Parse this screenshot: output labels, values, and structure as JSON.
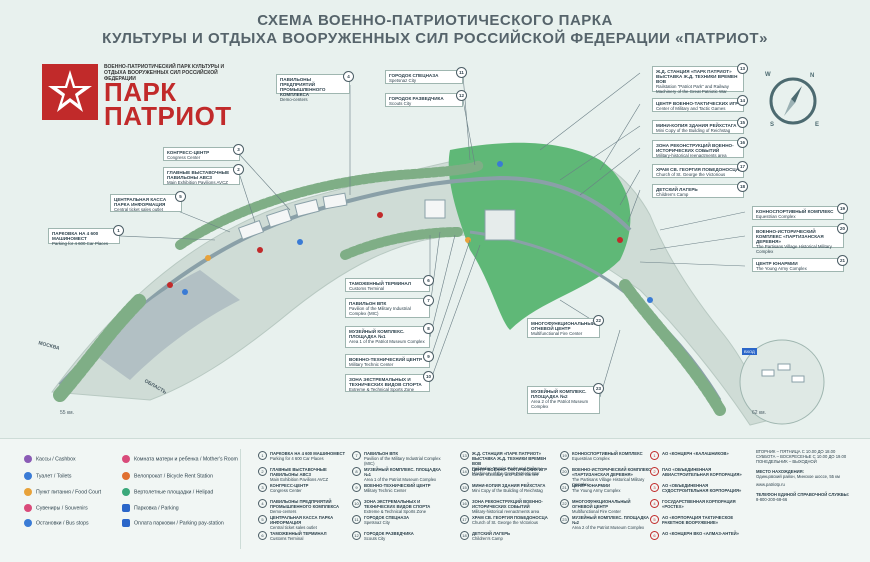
{
  "title": {
    "line1": "СХЕМА ВОЕННО-ПАТРИОТИЧЕСКОГО ПАРКА",
    "line2": "КУЛЬТУРЫ И ОТДЫХА ВООРУЖЕННЫХ СИЛ РОССИЙСКОЙ ФЕДЕРАЦИИ «ПАТРИОТ»"
  },
  "logo": {
    "small_text": "ВОЕННО-ПАТРИОТИЧЕСКИЙ ПАРК КУЛЬТУРЫ И ОТДЫХА ВООРУЖЕННЫХ СИЛ РОССИЙСКОЙ ФЕДЕРАЦИИ",
    "name_line1": "ПАРК",
    "name_line2": "ПАТРИОТ"
  },
  "compass": {
    "n": "N",
    "s": "S",
    "w": "W",
    "e": "E"
  },
  "map_labels": {
    "moscow": "МОСКВА",
    "oblast": "ОБЛАСТЬ",
    "km55": "55 км.",
    "km62": "62 км.",
    "vkhod": "ВХОД"
  },
  "callouts": [
    {
      "n": "1",
      "title": "ПАРКОВКА НА 4 600 МАШИНОМЕСТ",
      "sub": "Parking for 4 600 Car Places"
    },
    {
      "n": "2",
      "title": "ГЛАВНЫЕ ВЫСТАВОЧНЫЕ ПАВИЛЬОНЫ АВСЗ",
      "sub": "Main Exhibition Pavilions AVCZ"
    },
    {
      "n": "3",
      "title": "КОНГРЕСС-ЦЕНТР",
      "sub": "Congress Center"
    },
    {
      "n": "4",
      "title": "ПАВИЛЬОНЫ ПРЕДПРИЯТИЙ ПРОМЫШЛЕННОГО КОМПЛЕКСА",
      "sub": "Demo-centers"
    },
    {
      "n": "5",
      "title": "ЦЕНТРАЛЬНАЯ КАССА ПАРКА ИНФОРМАЦИЯ",
      "sub": "Central ticket sales outlet"
    },
    {
      "n": "6",
      "title": "ТАМОЖЕННЫЙ ТЕРМИНАЛ",
      "sub": "Customs Terminal"
    },
    {
      "n": "7",
      "title": "ПАВИЛЬОН ВПК",
      "sub": "Pavilion of the Military Industrial Complex (MIC)"
    },
    {
      "n": "8",
      "title": "МУЗЕЙНЫЙ КОМПЛЕКС. ПЛОЩАДКА №1",
      "sub": "Area 1 of the Patriot Museum Complex"
    },
    {
      "n": "9",
      "title": "ВОЕННО-ТЕХНИЧЕСКИЙ ЦЕНТР",
      "sub": "Military Technic Center"
    },
    {
      "n": "10",
      "title": "ЗОНА ЭКСТРЕМАЛЬНЫХ И ТЕХНИЧЕСКИХ ВИДОВ СПОРТА",
      "sub": "Extreme & Technical Sports Zone"
    },
    {
      "n": "11",
      "title": "ГОРОДОК СПЕЦНАЗА",
      "sub": "Spetsnaz City"
    },
    {
      "n": "12",
      "title": "ГОРОДОК РАЗВЕДЧИКА",
      "sub": "Scouts City"
    },
    {
      "n": "13",
      "title": "Ж.Д. СТАНЦИЯ «ПАРК ПАТРИОТ» ВЫСТАВКА Ж.Д. ТЕХНИКИ ВРЕМЕН ВОВ",
      "sub": "Railstation \"Patriot Park\" and Railway Machinery of the Great Patriotic War"
    },
    {
      "n": "14",
      "title": "ЦЕНТР ВОЕННО-ТАКТИЧЕСКИХ ИГР",
      "sub": "Center of Military and Tactic Games"
    },
    {
      "n": "15",
      "title": "МИНИ-КОПИЯ ЗДАНИЯ РЕЙХСТАГА",
      "sub": "Mini Copy of the Building of Reichstag"
    },
    {
      "n": "16",
      "title": "ЗОНА РЕКОНСТРУКЦИЙ ВОЕННО-ИСТОРИЧЕСКИХ СОБЫТИЙ",
      "sub": "Military-historical reenactments area"
    },
    {
      "n": "17",
      "title": "ХРАМ СВ. ГЕОРГИЯ ПОБЕДОНОСЦА",
      "sub": "Church of St. George the Victorious"
    },
    {
      "n": "18",
      "title": "ДЕТСКИЙ ЛАГЕРЬ",
      "sub": "Children's Camp"
    },
    {
      "n": "19",
      "title": "КОННОСПОРТИВНЫЙ КОМПЛЕКС",
      "sub": "Equestrian Complex"
    },
    {
      "n": "20",
      "title": "ВОЕННО-ИСТОРИЧЕСКИЙ КОМПЛЕКС «ПАРТИЗАНСКАЯ ДЕРЕВНЯ»",
      "sub": "The Partisans Village Historical Military Complex"
    },
    {
      "n": "21",
      "title": "ЦЕНТР ЮНАРМИИ",
      "sub": "The Young Army Complex"
    },
    {
      "n": "22",
      "title": "МНОГОФУНКЦИОНАЛЬНЫЙ ОГНЕВОЙ ЦЕНТР",
      "sub": "Multifunctional Fire Center"
    },
    {
      "n": "23",
      "title": "МУЗЕЙНЫЙ КОМПЛЕКС. ПЛОЩАДКА №2",
      "sub": "Area 2 of the Patriot Museum Complex"
    }
  ],
  "legend": {
    "cashbox": "Кассы / Cashbox",
    "toilets": "Туалет / Toilets",
    "food": "Пункт питания / Food Court",
    "souvenirs": "Сувениры / Souvenirs",
    "bus": "Остановки / Bus stops",
    "mother": "Комната матери и ребенка / Mother's Room",
    "bicycle": "Велопрокат / Bicycle Rent Station",
    "heli": "Вертолетные площадки / Helipad",
    "parking": "Парковка / Parking",
    "parking_pay": "Оплата парковки / Parking pay-station"
  },
  "legend_icons": {
    "cashbox": "ticket-icon",
    "toilets": "toilet-icon",
    "food": "food-icon",
    "souvenirs": "gift-icon",
    "bus": "bus-icon",
    "mother": "mother-child-icon",
    "bicycle": "bicycle-icon",
    "heli": "helipad-icon",
    "parking": "parking-icon",
    "parking_pay": "parking-pay-icon"
  },
  "legend_colors": {
    "cashbox": "#8a5bb5",
    "toilets": "#3a7bd5",
    "food": "#e8a23a",
    "souvenirs": "#d94b7a",
    "bus": "#3a7bd5",
    "mother": "#d94b7a",
    "bicycle": "#e07030",
    "heli": "#3aa87a",
    "parking": "#2b66c9",
    "parking_pay": "#2b66c9"
  },
  "index_red": [
    {
      "n": "1",
      "title": "АО «КОНЦЕРН «КАЛАШНИКОВ»"
    },
    {
      "n": "2",
      "title": "ПАО «ОБЪЕДИНЕННАЯ АВИАСТРОИТЕЛЬНАЯ КОРПОРАЦИЯ»"
    },
    {
      "n": "3",
      "title": "АО «ОБЪЕДИНЕННАЯ СУДОСТРОИТЕЛЬНАЯ КОРПОРАЦИЯ»"
    },
    {
      "n": "4",
      "title": "ГОСУДАРСТВЕННАЯ КОРПОРАЦИЯ «РОСТЕХ»"
    },
    {
      "n": "5",
      "title": "АО «КОРПОРАЦИЯ ТАКТИЧЕСКОЕ РАКЕТНОЕ ВООРУЖЕНИЕ»"
    },
    {
      "n": "6",
      "title": "АО «КОНЦЕРН ВКО «АЛМАЗ-АНТЕЙ»"
    }
  ],
  "schedule": {
    "line1": "ВТОРНИК – ПЯТНИЦА С 10.00 ДО 18.00",
    "line2": "СУББОТА – ВОСКРЕСЕНЬЕ С 10.00 ДО 19.00",
    "line3": "ПОНЕДЕЛЬНИК – ВЫХОДНОЙ",
    "addr_title": "МЕСТО НАХОЖДЕНИЯ:",
    "addr": "Одинцовский район, Минское шоссе, 55 км",
    "site": "www.patriotp.ru",
    "tickets": "ТЕЛЕФОН ЕДИНОЙ СПРАВОЧНОЙ СЛУЖБЫ:",
    "phone": "8-800-200-68-66"
  }
}
